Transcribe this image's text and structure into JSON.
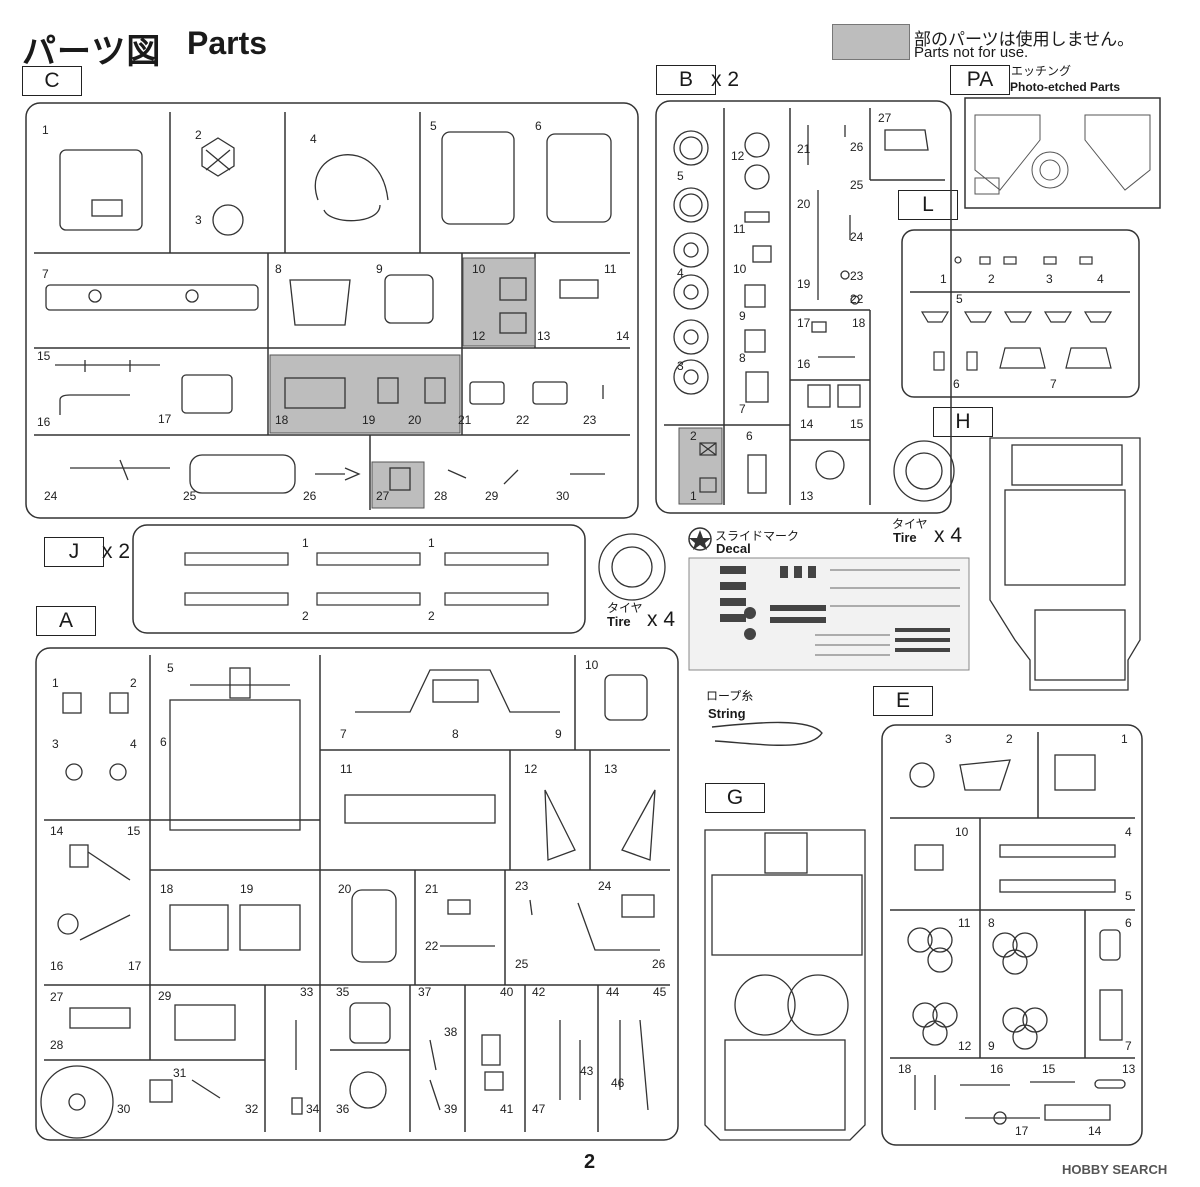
{
  "header": {
    "title_jp": "パーツ図",
    "title_en": "Parts"
  },
  "legend": {
    "jp": "部のパーツは使用しません。",
    "en": "Parts not for use."
  },
  "sprues": {
    "C": {
      "letter": "C"
    },
    "B": {
      "letter": "B",
      "mult": "x 2"
    },
    "PA": {
      "letter": "PA",
      "jp": "エッチング",
      "en": "Photo-etched Parts"
    },
    "L": {
      "letter": "L"
    },
    "H": {
      "letter": "H"
    },
    "J": {
      "letter": "J",
      "mult": "x 2"
    },
    "A": {
      "letter": "A"
    },
    "G": {
      "letter": "G"
    },
    "E": {
      "letter": "E"
    }
  },
  "tire_1": {
    "jp": "タイヤ",
    "en": "Tire",
    "mult": "x 4"
  },
  "tire_2": {
    "jp": "タイヤ",
    "en": "Tire",
    "mult": "x 4"
  },
  "decal": {
    "jp": "スライドマーク",
    "en": "Decal"
  },
  "string": {
    "jp": "ロープ糸",
    "en": "String"
  },
  "page_number": "2",
  "watermark": "HOBBY SEARCH",
  "part_numbers": {
    "C": [
      "1",
      "2",
      "3",
      "4",
      "5",
      "6",
      "7",
      "8",
      "9",
      "10",
      "11",
      "12",
      "13",
      "14",
      "15",
      "16",
      "17",
      "18",
      "19",
      "20",
      "21",
      "22",
      "23",
      "24",
      "25",
      "26",
      "27",
      "28",
      "29",
      "30"
    ],
    "B": [
      "1",
      "2",
      "3",
      "4",
      "5",
      "6",
      "7",
      "8",
      "9",
      "10",
      "11",
      "12",
      "13",
      "14",
      "15",
      "16",
      "17",
      "18",
      "19",
      "20",
      "21",
      "22",
      "23",
      "24",
      "25",
      "26",
      "27"
    ],
    "L": [
      "1",
      "2",
      "3",
      "4",
      "5",
      "6",
      "7"
    ],
    "J": [
      "1",
      "1",
      "2",
      "2"
    ],
    "A": [
      "1",
      "2",
      "3",
      "4",
      "5",
      "6",
      "7",
      "8",
      "9",
      "10",
      "11",
      "12",
      "13",
      "14",
      "15",
      "16",
      "17",
      "18",
      "19",
      "20",
      "21",
      "22",
      "23",
      "24",
      "25",
      "26",
      "27",
      "28",
      "29",
      "30",
      "31",
      "32",
      "33",
      "34",
      "35",
      "36",
      "37",
      "38",
      "39",
      "40",
      "41",
      "42",
      "43",
      "44",
      "45",
      "46",
      "47"
    ],
    "E": [
      "1",
      "2",
      "3",
      "4",
      "5",
      "6",
      "7",
      "8",
      "9",
      "10",
      "11",
      "12",
      "13",
      "14",
      "15",
      "16",
      "17",
      "18"
    ]
  },
  "colors": {
    "line": "#333333",
    "not_for_use": "#bdbdbd"
  }
}
